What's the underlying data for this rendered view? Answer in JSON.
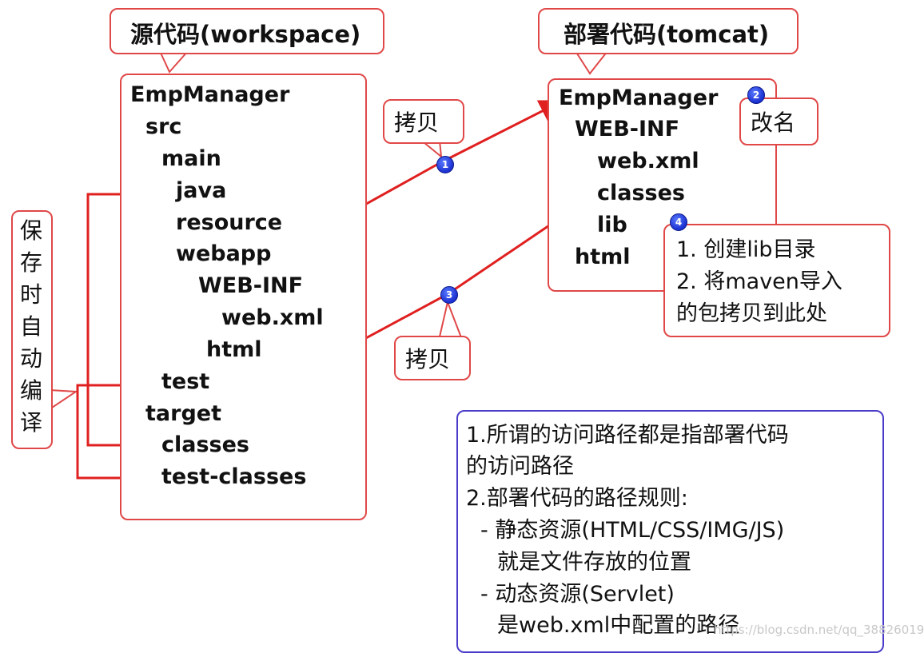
{
  "callouts": {
    "source": "源代码(workspace)",
    "deploy": "部署代码(tomcat)",
    "copy1": "拷贝",
    "copy2": "拷贝",
    "rename": "改名",
    "save_compile": "保存时自动编译",
    "lib_note_1": "1. 创建lib目录",
    "lib_note_2": "2. 将maven导入",
    "lib_note_3": "的包拷贝到此处"
  },
  "badges": [
    "1",
    "2",
    "3",
    "4"
  ],
  "source_tree": {
    "root": "EmpManager",
    "src": "src",
    "main": "main",
    "java": "java",
    "resource": "resource",
    "webapp": "webapp",
    "webinf": "WEB-INF",
    "webxml": "web.xml",
    "html": "html",
    "test": "test",
    "target": "target",
    "classes": "classes",
    "test_classes": "test-classes"
  },
  "deploy_tree": {
    "root": "EmpManager",
    "webinf": "WEB-INF",
    "webxml": "web.xml",
    "classes": "classes",
    "lib": "lib",
    "html": "html"
  },
  "notes": [
    "1.所谓的访问路径都是指部署代码",
    "的访问路径",
    "2.部署代码的路径规则:",
    "- 静态资源(HTML/CSS/IMG/JS)",
    "就是文件存放的位置",
    "- 动态资源(Servlet)",
    "是web.xml中配置的路径"
  ],
  "watermark": "https://blog.csdn.net/qq_38826019",
  "colors": {
    "red": "#e04848",
    "arrow": "#e02020",
    "note_border": "#4a3cc8"
  }
}
